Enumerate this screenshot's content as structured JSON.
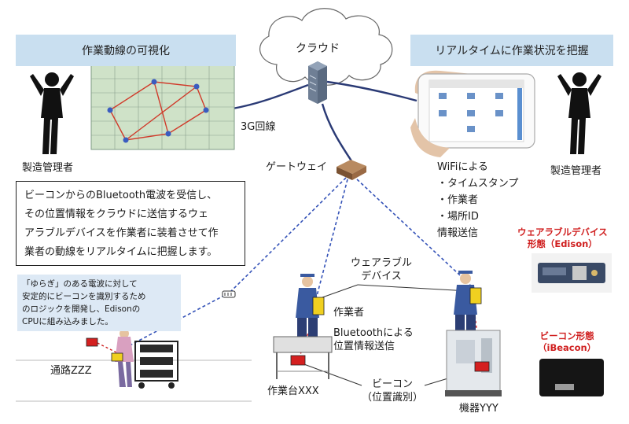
{
  "left_banner": "作業動線の可視化",
  "right_banner": "リアルタイムに作業状況を把握",
  "cloud_label": "クラウド",
  "line_3g_label": "3G回線",
  "gateway_label": "ゲートウェイ",
  "manager_left_label": "製造管理者",
  "manager_right_label": "製造管理者",
  "wifi_text": [
    "WiFiによる",
    "・タイムスタンプ",
    "・作業者",
    "・場所ID",
    "情報送信"
  ],
  "description_box": [
    "ビーコンからのBluetooth電波を受信し、",
    "その位置情報をクラウドに送信するウェ",
    "アラブルデバイスを作業者に装着させて作",
    "業者の動線をリアルタイムに把握します。"
  ],
  "note_box": [
    "「ゆらぎ」のある電波に対して",
    "安定的にビーコンを識別するため",
    "のロジックを開発し、Edisonの",
    "CPUに組み込みました。"
  ],
  "wearable_label": [
    "ウェアラブル",
    "デバイス"
  ],
  "worker_label": "作業者",
  "bluetooth_label": [
    "Bluetoothによる",
    "位置情報送信"
  ],
  "beacon_label": [
    "ビーコン",
    "（位置識別）"
  ],
  "workbench_label": "作業台XXX",
  "machine_label": "機器YYY",
  "passage_label": "通路ZZZ",
  "wearable_form_title": [
    "ウェアラブルデバイス",
    "形態（Edison）"
  ],
  "beacon_form_title": [
    "ビーコン形態",
    "（iBeacon）"
  ],
  "colors": {
    "banner": "#c9dff0",
    "note_bg": "#dde9f5",
    "accent_red": "#d02020",
    "dashed_blue": "#3553b8",
    "link_navy": "#2a3a75"
  }
}
